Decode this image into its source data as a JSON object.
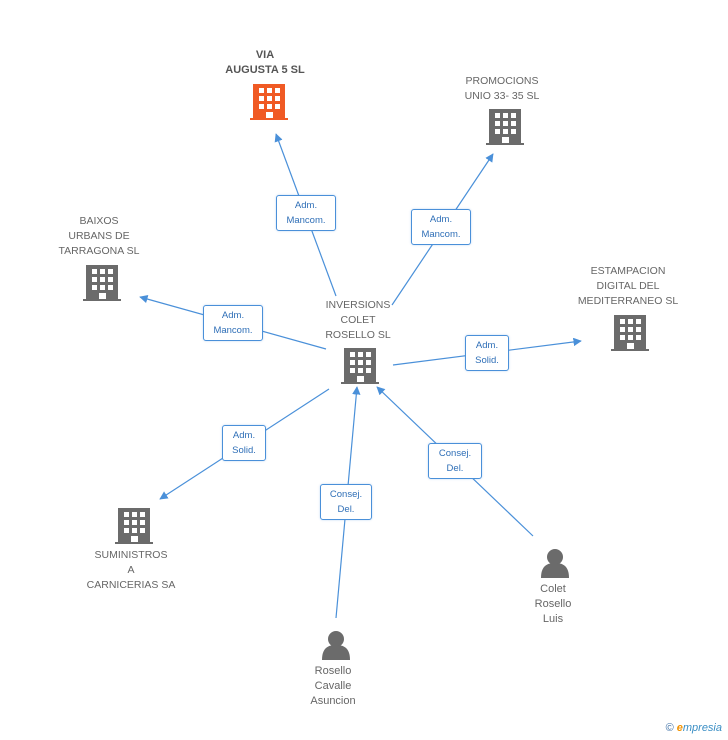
{
  "colors": {
    "company": "#6b6b6b",
    "highlight": "#f05a24",
    "edge": "#4a90d9",
    "person": "#6b6b6b"
  },
  "nodes": {
    "center": {
      "lines": [
        "INVERSIONS",
        "COLET",
        "ROSELLO  SL"
      ],
      "icon": "building-icon"
    },
    "via_augusta": {
      "lines": [
        "VIA",
        "AUGUSTA 5 SL"
      ],
      "icon": "building-icon",
      "highlight": true
    },
    "promocions": {
      "lines": [
        "PROMOCIONS",
        "UNIO 33- 35  SL"
      ],
      "icon": "building-icon"
    },
    "baixos": {
      "lines": [
        "BAIXOS",
        "URBANS DE",
        "TARRAGONA SL"
      ],
      "icon": "building-icon"
    },
    "estampacion": {
      "lines": [
        "ESTAMPACION",
        "DIGITAL DEL",
        "MEDITERRANEO SL"
      ],
      "icon": "building-icon"
    },
    "suministros": {
      "lines": [
        "SUMINISTROS",
        "A",
        "CARNICERIAS SA"
      ],
      "icon": "building-icon"
    },
    "rosello": {
      "lines": [
        "Rosello",
        "Cavalle",
        "Asuncion"
      ],
      "icon": "person-icon"
    },
    "colet": {
      "lines": [
        "Colet",
        "Rosello",
        "Luis"
      ],
      "icon": "person-icon"
    }
  },
  "edges": {
    "via_augusta": [
      "Adm.",
      "Mancom."
    ],
    "promocions": [
      "Adm.",
      "Mancom."
    ],
    "baixos": [
      "Adm.",
      "Mancom."
    ],
    "estampacion": [
      "Adm.",
      "Solid."
    ],
    "suministros": [
      "Adm.",
      "Solid."
    ],
    "rosello": [
      "Consej.",
      "Del."
    ],
    "colet": [
      "Consej.",
      "Del."
    ]
  },
  "footer": {
    "copyright": "©",
    "brand_initial": "e",
    "brand_rest": "mpresia"
  }
}
